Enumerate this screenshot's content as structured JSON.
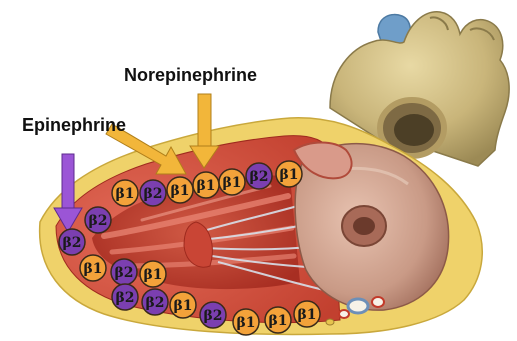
{
  "labels": {
    "norepinephrine": "Norepinephrine",
    "epinephrine": "Epinephrine"
  },
  "receptor_types": {
    "b1": "β1",
    "b2": "β2"
  },
  "colors": {
    "beta1": "#f3a23a",
    "beta2": "#7b3fb0",
    "arrow_norepinephrine": "#f2b63a",
    "arrow_epinephrine": "#9b55d6"
  },
  "receptors": [
    {
      "id": "r01",
      "type": "b1"
    },
    {
      "id": "r02",
      "type": "b2"
    },
    {
      "id": "r03",
      "type": "b1"
    },
    {
      "id": "r04",
      "type": "b1"
    },
    {
      "id": "r05",
      "type": "b1"
    },
    {
      "id": "r06",
      "type": "b2"
    },
    {
      "id": "r07",
      "type": "b1"
    },
    {
      "id": "r08",
      "type": "b2"
    },
    {
      "id": "r09",
      "type": "b2"
    },
    {
      "id": "r10",
      "type": "b1"
    },
    {
      "id": "r11",
      "type": "b2"
    },
    {
      "id": "r12",
      "type": "b1"
    },
    {
      "id": "r13",
      "type": "b2"
    },
    {
      "id": "r14",
      "type": "b2"
    },
    {
      "id": "r15",
      "type": "b1"
    },
    {
      "id": "r16",
      "type": "b2"
    },
    {
      "id": "r17",
      "type": "b1"
    },
    {
      "id": "r18",
      "type": "b1"
    },
    {
      "id": "r19",
      "type": "b1"
    }
  ]
}
